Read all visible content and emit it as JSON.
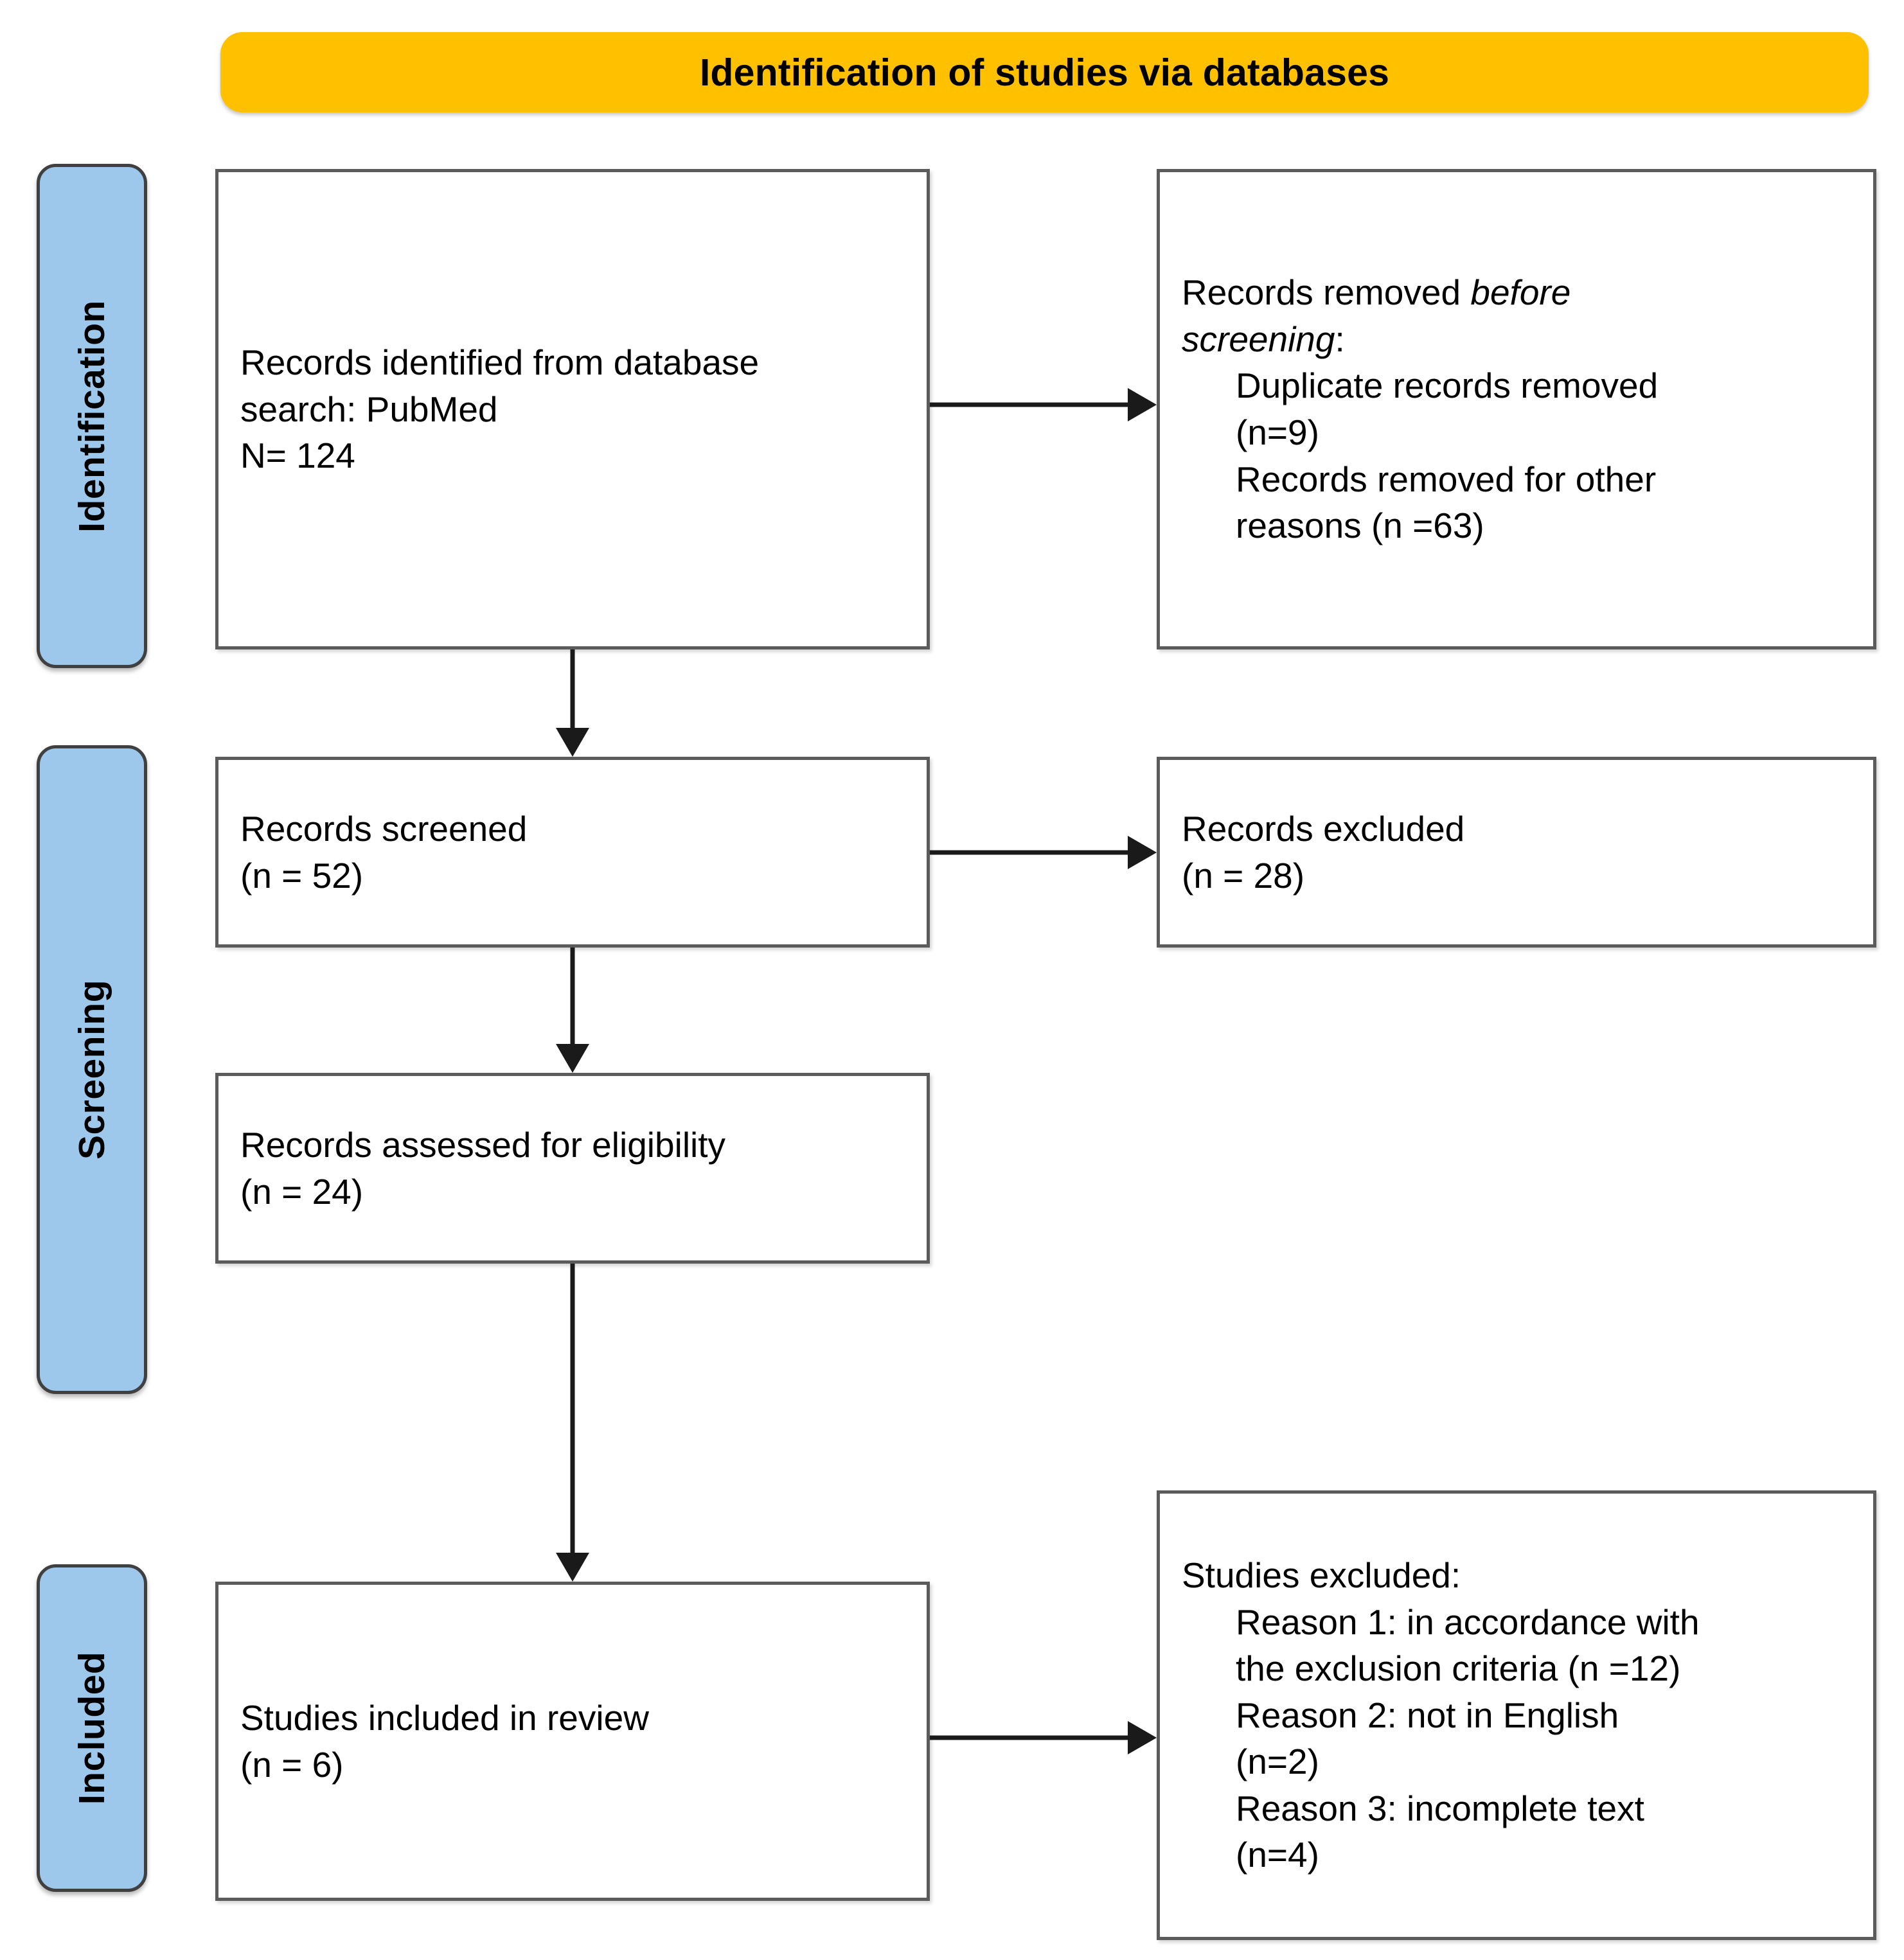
{
  "header": {
    "title": "Identification of studies via databases"
  },
  "stages": [
    {
      "id": "identification",
      "label": "Identification"
    },
    {
      "id": "screening",
      "label": "Screening"
    },
    {
      "id": "included",
      "label": "Included"
    }
  ],
  "boxes": {
    "records_identified": {
      "line1": "Records identified from database",
      "line2": "search: PubMed",
      "line3": "N= 124"
    },
    "records_removed": {
      "line1a": "Records removed ",
      "line1b": "before",
      "line2a": "screening",
      "line2b": ":",
      "line3": "Duplicate records removed",
      "line4": "(n=9)",
      "line5": "Records removed for other",
      "line6": "reasons (n =63)"
    },
    "records_screened": {
      "line1": "Records screened",
      "line2": "(n = 52)"
    },
    "records_excluded": {
      "line1": "Records excluded",
      "line2": "(n = 28)"
    },
    "records_eligibility": {
      "line1": "Records assessed for eligibility",
      "line2": "(n = 24)"
    },
    "studies_included": {
      "line1": "Studies included in review",
      "line2": "(n = 6)"
    },
    "studies_excluded": {
      "line1": "Studies excluded:",
      "line2": "Reason 1: in accordance with",
      "line3": "the exclusion criteria (n =12)",
      "line4": "Reason 2: not in English",
      "line5": "(n=2)",
      "line6": "Reason 3: incomplete text",
      "line7": "(n=4)"
    }
  },
  "colors": {
    "header_bg": "#FFC000",
    "stage_bg": "#9DC8EC",
    "box_border": "#5B5B5B",
    "stage_border": "#404040",
    "arrow": "#1a1a1a",
    "text": "#000000"
  },
  "connectors": [
    {
      "id": "identified-to-removed",
      "direction": "right"
    },
    {
      "id": "identified-to-screened",
      "direction": "down"
    },
    {
      "id": "screened-to-excluded",
      "direction": "right"
    },
    {
      "id": "screened-to-eligibility",
      "direction": "down"
    },
    {
      "id": "eligibility-to-included",
      "direction": "down"
    },
    {
      "id": "included-to-excluded",
      "direction": "right"
    }
  ]
}
